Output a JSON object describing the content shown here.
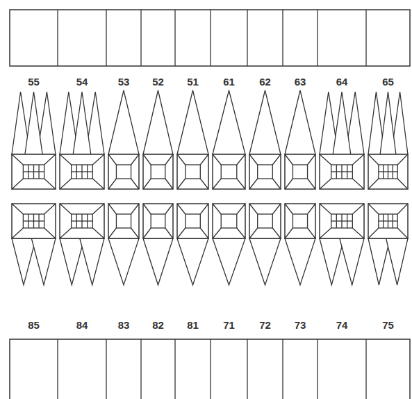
{
  "diagram": {
    "labels": [
      "55",
      "54",
      "53",
      "52",
      "51",
      "61",
      "62",
      "63",
      "64",
      "65",
      "85",
      "84",
      "83",
      "82",
      "81",
      "71",
      "72",
      "73",
      "74",
      "75"
    ]
  }
}
